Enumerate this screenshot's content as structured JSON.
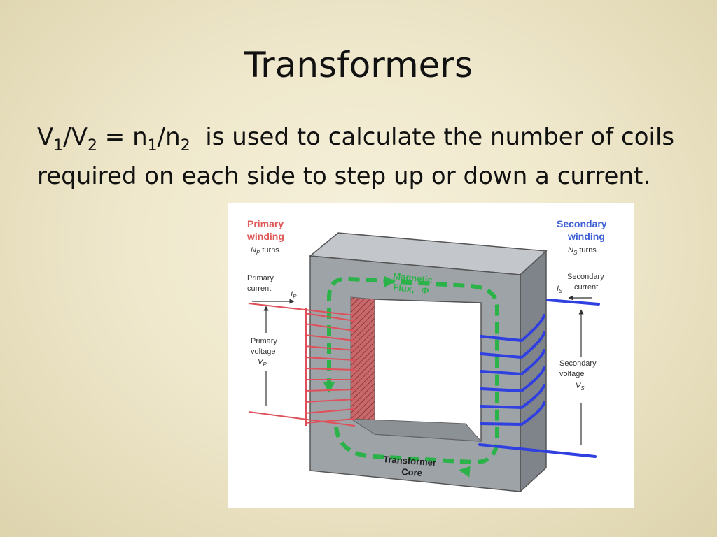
{
  "slide": {
    "title": "Transformers",
    "formula": {
      "v": "V",
      "v1_sub": "1",
      "slash1": "/",
      "v2": "V",
      "v2_sub": "2",
      "eq": " = ",
      "n1": "n",
      "n1_sub": "1",
      "slash2": "/n",
      "n2_sub": "2"
    },
    "body_text": "  is used to calculate the number of coils required on each side to step up or down a current."
  },
  "diagram": {
    "primary_winding": {
      "line1": "Primary",
      "line2": "winding",
      "n_sym": "N",
      "n_sub": "P",
      "turns": " turns"
    },
    "secondary_winding": {
      "line1": "Secondary",
      "line2": "winding",
      "n_sym": "N",
      "n_sub": "S",
      "turns": " turns"
    },
    "primary_current": {
      "line1": "Primary",
      "line2": "current",
      "sym": "I",
      "sub": "P"
    },
    "secondary_current": {
      "line1": "Secondary",
      "line2": "current",
      "sym": "I",
      "sub": "S"
    },
    "primary_voltage": {
      "line1": "Primary",
      "line2": "voltage",
      "sym": "V",
      "sub": "P"
    },
    "secondary_voltage": {
      "line1": "Secondary",
      "line2": "voltage",
      "sym": "V",
      "sub": "S"
    },
    "flux": {
      "line1": "Magnetic",
      "line2": "Flux,",
      "sym": "Φ"
    },
    "core": {
      "line1": "Transformer",
      "line2": "Core"
    },
    "colors": {
      "primary": "#e0505a",
      "secondary": "#2f3fe0",
      "flux": "#2bb34a",
      "core_front": "#9ea3a8",
      "core_top": "#c3c6ca",
      "core_side": "#7f848a",
      "label_primary": "#e05a5a",
      "label_secondary": "#3b5fd6"
    }
  }
}
